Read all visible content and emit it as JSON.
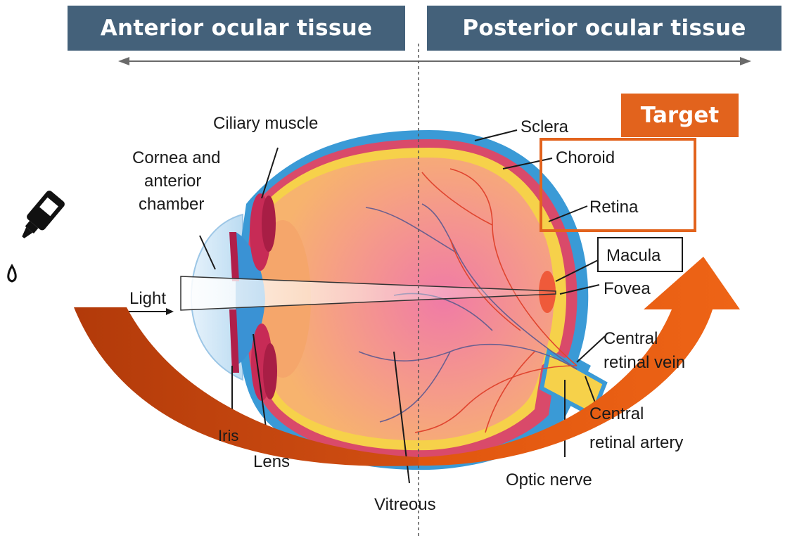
{
  "header": {
    "anterior_label": "Anterior ocular tissue",
    "posterior_label": "Posterior ocular tissue"
  },
  "target_label": "Target",
  "labels": {
    "ciliary_muscle": "Ciliary muscle",
    "cornea_line1": "Cornea and",
    "cornea_line2": "anterior",
    "cornea_line3": "chamber",
    "light": "Light",
    "iris": "Iris",
    "lens": "Lens",
    "vitreous": "Vitreous",
    "sclera": "Sclera",
    "choroid": "Choroid",
    "retina": "Retina",
    "macula": "Macula",
    "fovea": "Fovea",
    "central_vein_line1": "Central",
    "central_vein_line2": "retinal vein",
    "central_artery_line1": "Central",
    "central_artery_line2": "retinal artery",
    "optic_nerve": "Optic nerve"
  },
  "icons": {
    "eye_drop": "eye-drop-bottle-icon",
    "droplet": "droplet-icon"
  },
  "colors": {
    "banner": "#44617a",
    "accent": "#e2631d",
    "arrow_dark": "#b9400a",
    "sclera": "#3a9ad6",
    "choroid": "#d94a6a",
    "retina": "#f6d14a"
  }
}
